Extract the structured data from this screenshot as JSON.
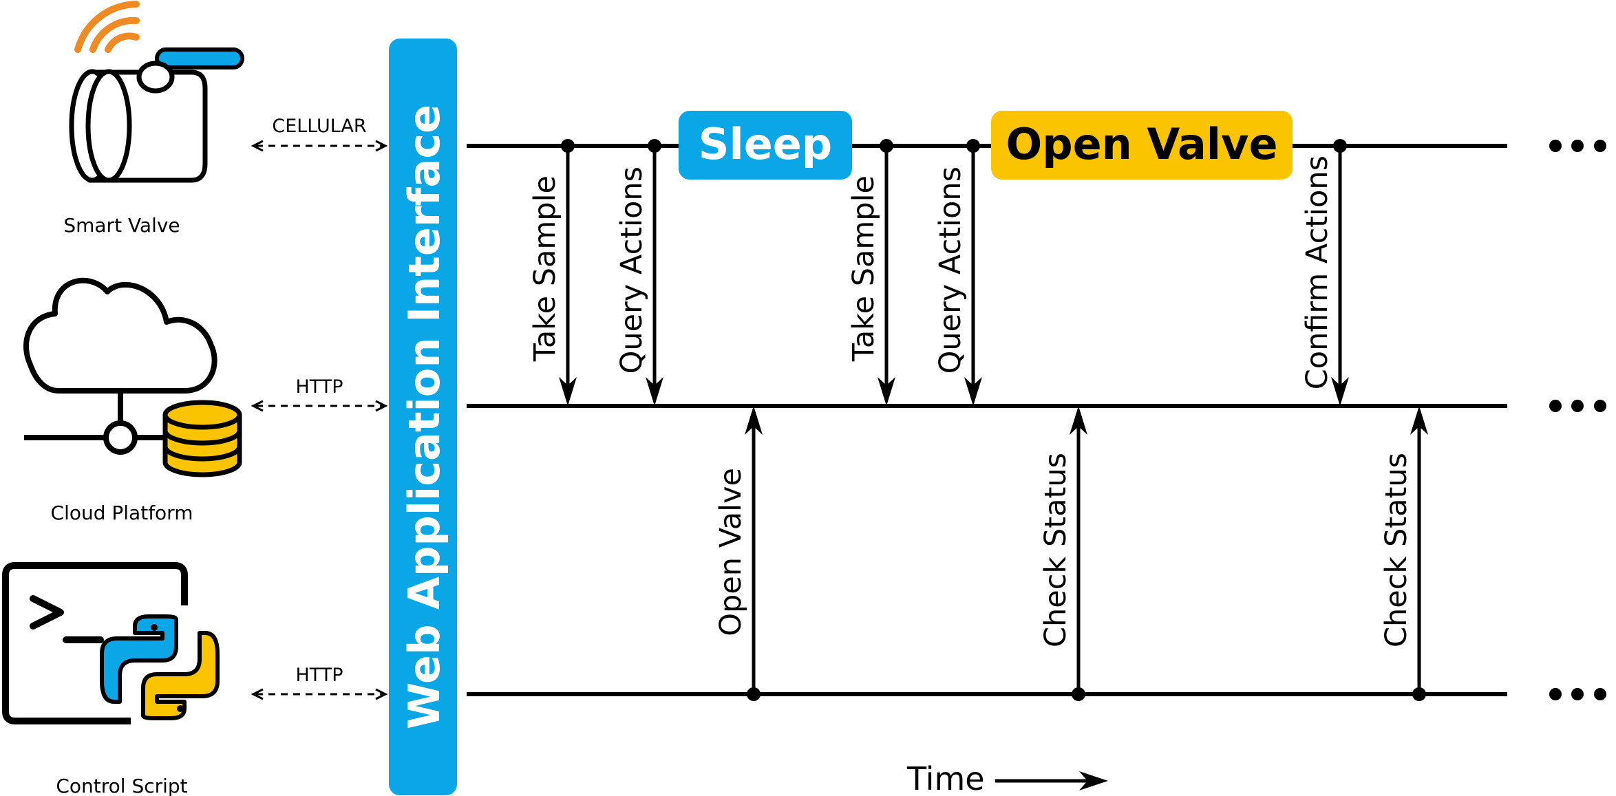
{
  "colors": {
    "blue": "#0aa6e6",
    "yellow": "#fbc400",
    "orange": "#f08a24",
    "black": "#000000",
    "white": "#ffffff"
  },
  "components": {
    "smart_valve": "Smart Valve",
    "cloud_platform": "Cloud Platform",
    "control_script": "Control Script"
  },
  "links": {
    "cellular": "CELLULAR",
    "http_cloud": "HTTP",
    "http_script": "HTTP"
  },
  "interface_label": "Web Application Interface",
  "states": {
    "sleep": "Sleep",
    "open_valve": "Open Valve"
  },
  "messages": [
    {
      "label": "Take Sample",
      "from": "smart_valve",
      "to": "cloud_platform"
    },
    {
      "label": "Query Actions",
      "from": "smart_valve",
      "to": "cloud_platform"
    },
    {
      "label": "Open Valve",
      "from": "control_script",
      "to": "cloud_platform"
    },
    {
      "label": "Take Sample",
      "from": "smart_valve",
      "to": "cloud_platform"
    },
    {
      "label": "Query Actions",
      "from": "smart_valve",
      "to": "cloud_platform"
    },
    {
      "label": "Check Status",
      "from": "control_script",
      "to": "cloud_platform"
    },
    {
      "label": "Confirm Actions",
      "from": "smart_valve",
      "to": "cloud_platform"
    },
    {
      "label": "Check Status",
      "from": "control_script",
      "to": "cloud_platform"
    }
  ],
  "time_label": "Time",
  "icons": [
    "smart-valve-icon",
    "wifi-signal-icon",
    "cloud-icon",
    "database-icon",
    "terminal-icon",
    "python-logo-icon"
  ]
}
